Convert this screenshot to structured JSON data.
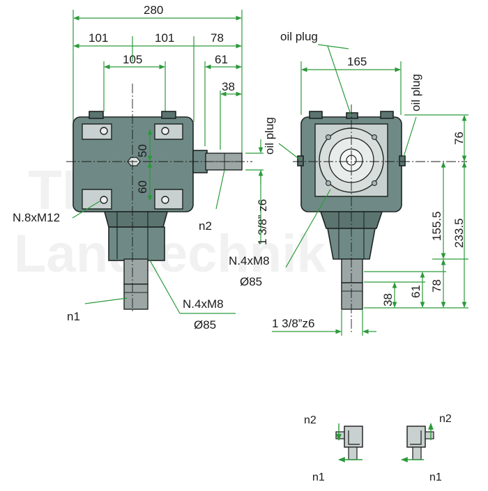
{
  "watermark": {
    "line1": "TP",
    "line2": "Landtechnik"
  },
  "front_view": {
    "dims": {
      "total": "280",
      "a": "101",
      "b": "101",
      "c": "78",
      "hole_spacing": "105",
      "d61": "61",
      "d38": "38",
      "v50": "50",
      "v60": "60",
      "shaft_n2": "1 3/8” z6"
    },
    "labels": {
      "bolts": "N.8xM12",
      "n2": "n2",
      "n1": "n1",
      "flange_1": "N.4xM8",
      "flange_2": "Ø85"
    }
  },
  "side_view": {
    "dims": {
      "width": "165",
      "d76": "76",
      "d155": "155.5",
      "d233": "233.5",
      "d38": "38",
      "d61": "61",
      "d78": "78",
      "shaft_n1": "1 3/8”z6"
    },
    "labels": {
      "oil_top": "oil plug",
      "oil_left": "oil plug",
      "oil_right": "oil plug",
      "flange_1": "N.4xM8",
      "flange_2": "Ø85"
    }
  },
  "legend": {
    "left_n2": "n2",
    "left_n1": "n1",
    "right_n2": "n2",
    "right_n1": "n1"
  }
}
